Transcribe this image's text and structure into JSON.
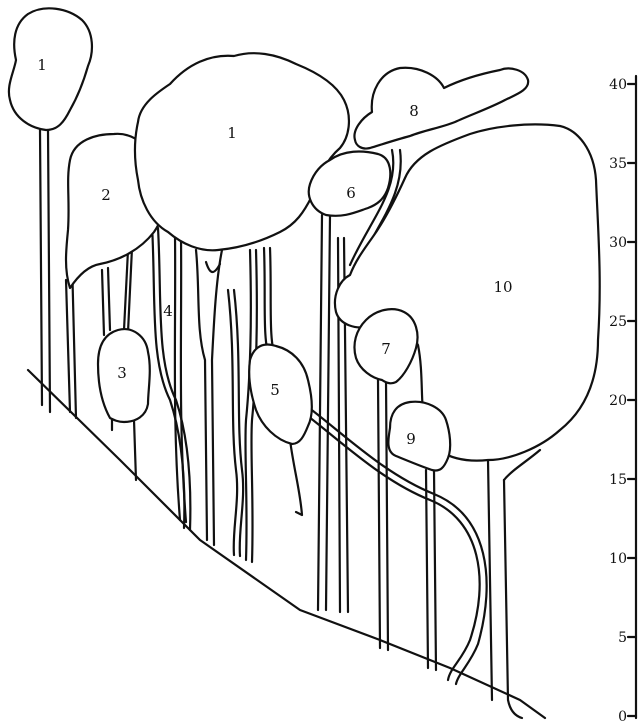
{
  "diagram": {
    "tree_labels": [
      {
        "id": "t1a",
        "text": "1"
      },
      {
        "id": "t1b",
        "text": "1"
      },
      {
        "id": "t2",
        "text": "2"
      },
      {
        "id": "t3",
        "text": "3"
      },
      {
        "id": "t4",
        "text": "4"
      },
      {
        "id": "t5",
        "text": "5"
      },
      {
        "id": "t6",
        "text": "6"
      },
      {
        "id": "t7",
        "text": "7"
      },
      {
        "id": "t8",
        "text": "8"
      },
      {
        "id": "t9",
        "text": "9"
      },
      {
        "id": "t10",
        "text": "10"
      }
    ],
    "scale": {
      "ticks": [
        {
          "value": 0,
          "label": "0"
        },
        {
          "value": 5,
          "label": "5"
        },
        {
          "value": 10,
          "label": "10"
        },
        {
          "value": 15,
          "label": "15"
        },
        {
          "value": 20,
          "label": "20"
        },
        {
          "value": 25,
          "label": "25"
        },
        {
          "value": 30,
          "label": "30"
        },
        {
          "value": 35,
          "label": "35"
        },
        {
          "value": 40,
          "label": "40"
        }
      ]
    },
    "colors": {
      "ink": "#111111",
      "paper": "#ffffff"
    }
  }
}
